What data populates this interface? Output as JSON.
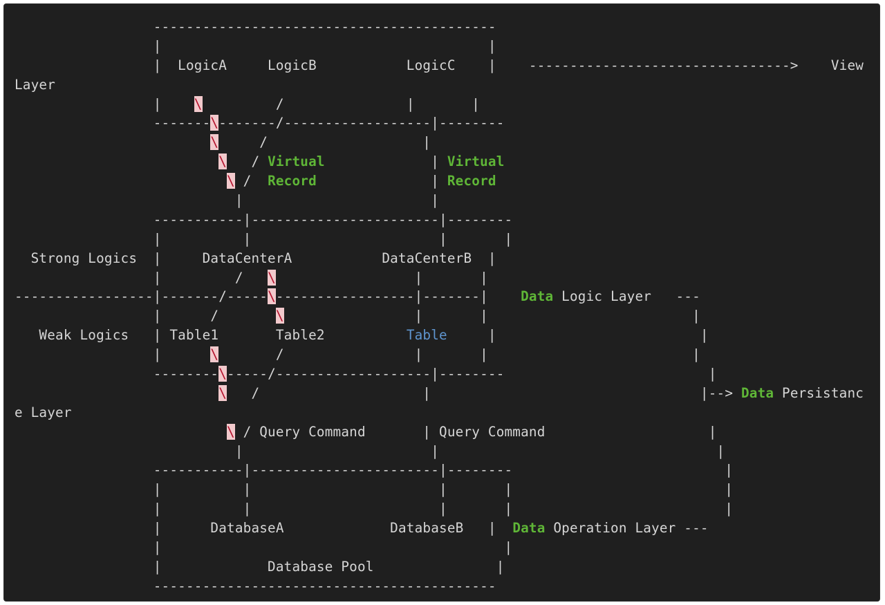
{
  "terminal": {
    "lines": [
      [
        [
          "t",
          "                 ------------------------------------------"
        ]
      ],
      [
        [
          "t",
          "                 |                                        |"
        ]
      ],
      [
        [
          "t",
          "                 |  LogicA     LogicB           LogicC    |    -------------------------------->    View"
        ]
      ],
      [
        [
          "t",
          "Layer"
        ]
      ],
      [
        [
          "t",
          "                 |    "
        ],
        [
          "bs",
          "\\"
        ],
        [
          "t",
          "         /               |       |"
        ]
      ],
      [
        [
          "t",
          "                 -------"
        ],
        [
          "bs",
          "\\"
        ],
        [
          "t",
          "-------/------------------|--------"
        ]
      ],
      [
        [
          "t",
          "                        "
        ],
        [
          "bs",
          "\\"
        ],
        [
          "t",
          "     /                   |"
        ]
      ],
      [
        [
          "t",
          "                         "
        ],
        [
          "bs",
          "\\"
        ],
        [
          "t",
          "   / "
        ],
        [
          "g",
          "Virtual"
        ],
        [
          "t",
          "             | "
        ],
        [
          "g",
          "Virtual"
        ]
      ],
      [
        [
          "t",
          "                          "
        ],
        [
          "bs",
          "\\"
        ],
        [
          "t",
          " /  "
        ],
        [
          "g",
          "Record"
        ],
        [
          "t",
          "              | "
        ],
        [
          "g",
          "Record"
        ]
      ],
      [
        [
          "t",
          "                           |                       |"
        ]
      ],
      [
        [
          "t",
          "                 -----------|-----------------------|--------"
        ]
      ],
      [
        [
          "t",
          "                 |          |                       |       |"
        ]
      ],
      [
        [
          "t",
          "  Strong Logics  |     DataCenterA           DataCenterB  |"
        ]
      ],
      [
        [
          "t",
          "                 |         /   "
        ],
        [
          "bs",
          "\\"
        ],
        [
          "t",
          "                 |       |"
        ]
      ],
      [
        [
          "t",
          "-----------------|-------/-----"
        ],
        [
          "bs",
          "\\"
        ],
        [
          "t",
          "-----------------|-------|    "
        ],
        [
          "g",
          "Data"
        ],
        [
          "t",
          " Logic Layer   ---"
        ]
      ],
      [
        [
          "t",
          "                 |      /       "
        ],
        [
          "bs",
          "\\"
        ],
        [
          "t",
          "                |       |                         |"
        ]
      ],
      [
        [
          "t",
          "   Weak Logics   | Table1       Table2          "
        ],
        [
          "b",
          "Table"
        ],
        [
          "t",
          "     |                         |"
        ]
      ],
      [
        [
          "t",
          "                 |      "
        ],
        [
          "bs",
          "\\"
        ],
        [
          "t",
          "       /                |       |                         |"
        ]
      ],
      [
        [
          "t",
          "                 --------"
        ],
        [
          "bs",
          "\\"
        ],
        [
          "t",
          "-----/-------------------|--------                         |"
        ]
      ],
      [
        [
          "t",
          "                         "
        ],
        [
          "bs",
          "\\"
        ],
        [
          "t",
          "   /                    |                                 |--> "
        ],
        [
          "g",
          "Data"
        ],
        [
          "t",
          " Persistanc"
        ]
      ],
      [
        [
          "t",
          "e Layer"
        ]
      ],
      [
        [
          "t",
          "                          "
        ],
        [
          "bs",
          "\\"
        ],
        [
          "t",
          " / Query Command       | Query Command                    |"
        ]
      ],
      [
        [
          "t",
          "                           |                       |                                  |"
        ]
      ],
      [
        [
          "t",
          "                 -----------|-----------------------|--------                          |"
        ]
      ],
      [
        [
          "t",
          "                 |          |                       |       |                          |"
        ]
      ],
      [
        [
          "t",
          "                 |          |                       |       |                          |"
        ]
      ],
      [
        [
          "t",
          "                 |      DatabaseA             DatabaseB   |  "
        ],
        [
          "g",
          "Data"
        ],
        [
          "t",
          " Operation Layer ---"
        ]
      ],
      [
        [
          "t",
          "                 |                                          |"
        ]
      ],
      [
        [
          "t",
          "                 |             Database Pool               |"
        ]
      ],
      [
        [
          "t",
          "                 ------------------------------------------"
        ]
      ]
    ]
  }
}
